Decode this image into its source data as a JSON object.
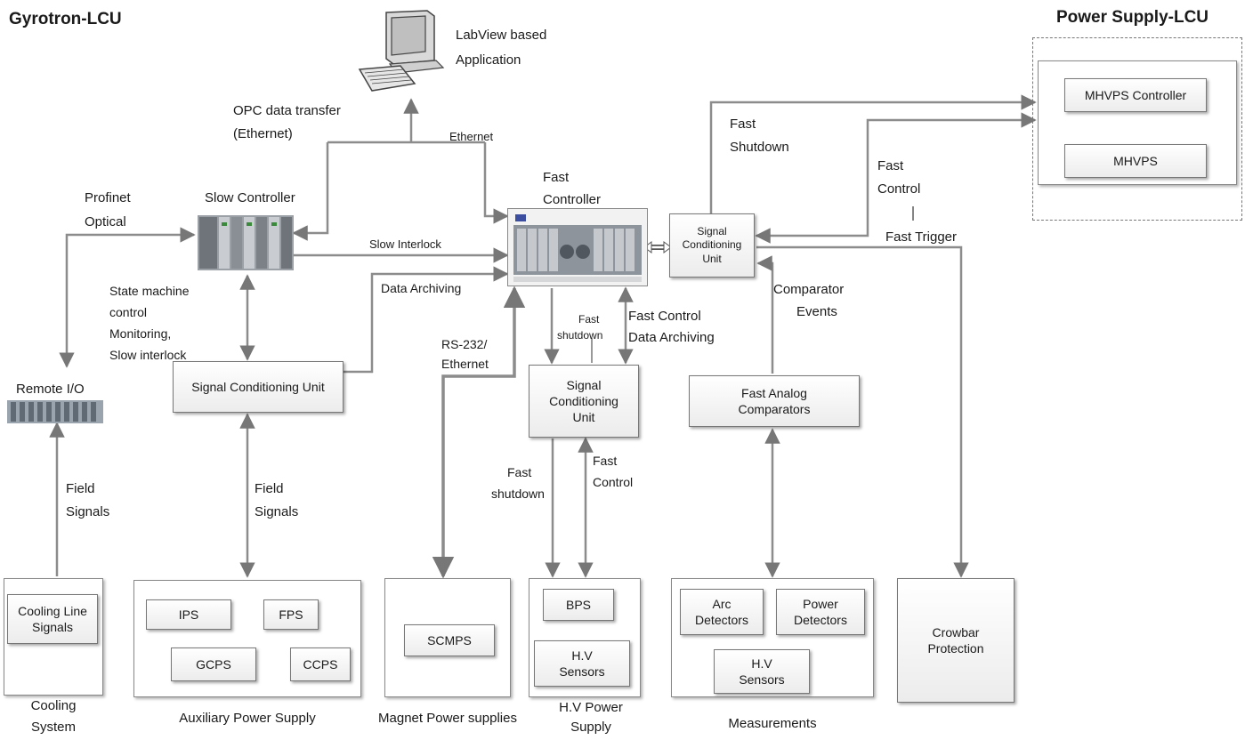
{
  "titles": {
    "gyrotron": "Gyrotron-LCU",
    "power_supply": "Power Supply-LCU"
  },
  "application": {
    "label_line1": "LabView based",
    "label_line2": "Application"
  },
  "controllers": {
    "slow": "Slow Controller",
    "fast_line1": "Fast",
    "fast_line2": "Controller",
    "remote_io": "Remote I/O"
  },
  "links": {
    "opc_line1": "OPC data transfer",
    "opc_line2": "(Ethernet)",
    "ethernet": "Ethernet",
    "profinet_line1": "Profinet",
    "profinet_line2": "Optical",
    "slow_interlock": "Slow Interlock",
    "data_archiving": "Data Archiving",
    "state_line1": "State machine",
    "state_line2": "control",
    "state_line3": "Monitoring,",
    "state_line4": "Slow interlock",
    "rs232_line1": "RS-232/",
    "rs232_line2": "Ethernet",
    "fast_shutdown_small_line1": "Fast",
    "fast_shutdown_small_line2": "shutdown",
    "fast_control_da_line1": "Fast Control",
    "fast_control_da_line2": "Data Archiving",
    "fast_shutdown_top_line1": "Fast",
    "fast_shutdown_top_line2": "Shutdown",
    "fast_control_top_line1": "Fast",
    "fast_control_top_line2": "Control",
    "fast_trigger": "Fast Trigger",
    "comparator_line1": "Comparator",
    "comparator_line2": "Events",
    "field_signals_1_line1": "Field",
    "field_signals_1_line2": "Signals",
    "field_signals_2_line1": "Field",
    "field_signals_2_line2": "Signals",
    "fast_shutdown_hv_line1": "Fast",
    "fast_shutdown_hv_line2": "shutdown",
    "fast_control_hv_line1": "Fast",
    "fast_control_hv_line2": "Control"
  },
  "boxes": {
    "scu_slow": "Signal Conditioning Unit",
    "scu_fast_line1": "Signal",
    "scu_fast_line2": "Conditioning",
    "scu_fast_line3": "Unit",
    "scu_top_line1": "Signal",
    "scu_top_line2": "Conditioning",
    "scu_top_line3": "Unit",
    "fac_line1": "Fast Analog",
    "fac_line2": "Comparators",
    "mhvps_controller": "MHVPS Controller",
    "mhvps": "MHVPS",
    "cooling_line1": "Cooling Line",
    "cooling_line2": "Signals",
    "ips": "IPS",
    "fps": "FPS",
    "gcps": "GCPS",
    "ccps": "CCPS",
    "scmps": "SCMPS",
    "bps": "BPS",
    "hv_sensors_line1": "H.V",
    "hv_sensors_line2": "Sensors",
    "arc_line1": "Arc",
    "arc_line2": "Detectors",
    "power_det_line1": "Power",
    "power_det_line2": "Detectors",
    "meas_hv_line1": "H.V",
    "meas_hv_line2": "Sensors",
    "crowbar_line1": "Crowbar",
    "crowbar_line2": "Protection"
  },
  "groups": {
    "cooling_line1": "Cooling",
    "cooling_line2": "System",
    "auxiliary": "Auxiliary Power Supply",
    "magnet": "Magnet Power supplies",
    "hv_line1": "H.V  Power",
    "hv_line2": "Supply",
    "measurements": "Measurements"
  },
  "colors": {
    "wire": "#8c8c8c",
    "box_border": "#777777",
    "text": "#1a1a1a"
  },
  "icons": [
    "computer-icon",
    "plc-icon",
    "pxi-chassis-icon",
    "remote-io-icon"
  ]
}
